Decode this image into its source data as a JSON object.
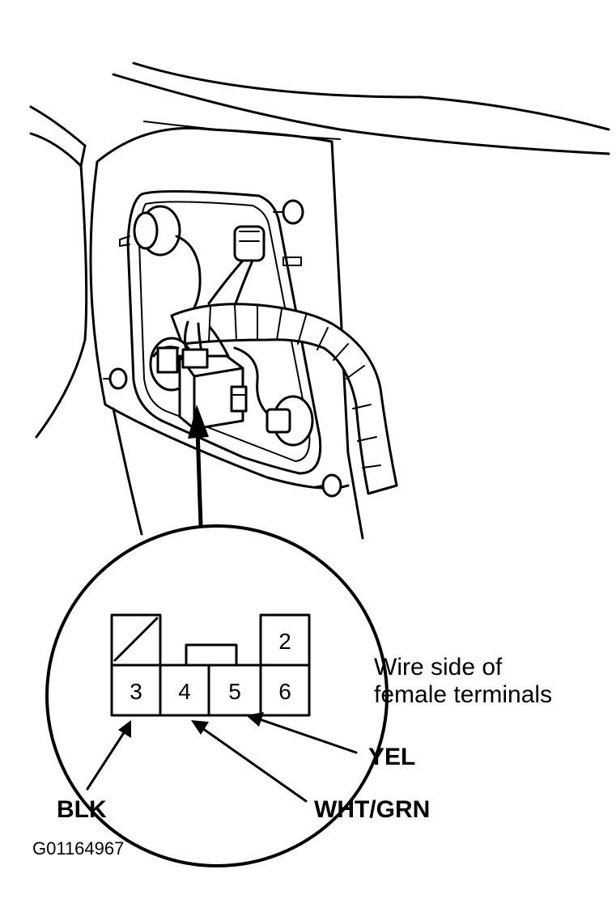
{
  "connector": {
    "pins": [
      {
        "id": "blank",
        "label": ""
      },
      {
        "id": "pin-2",
        "label": "2"
      },
      {
        "id": "pin-3",
        "label": "3"
      },
      {
        "id": "pin-4",
        "label": "4"
      },
      {
        "id": "pin-5",
        "label": "5"
      },
      {
        "id": "pin-6",
        "label": "6"
      }
    ]
  },
  "callout": {
    "line1": "Wire side of",
    "line2": "female terminals"
  },
  "wires": {
    "yel": "YEL",
    "wht_grn": "WHT/GRN",
    "blk": "BLK"
  },
  "figure_id": "G01164967"
}
